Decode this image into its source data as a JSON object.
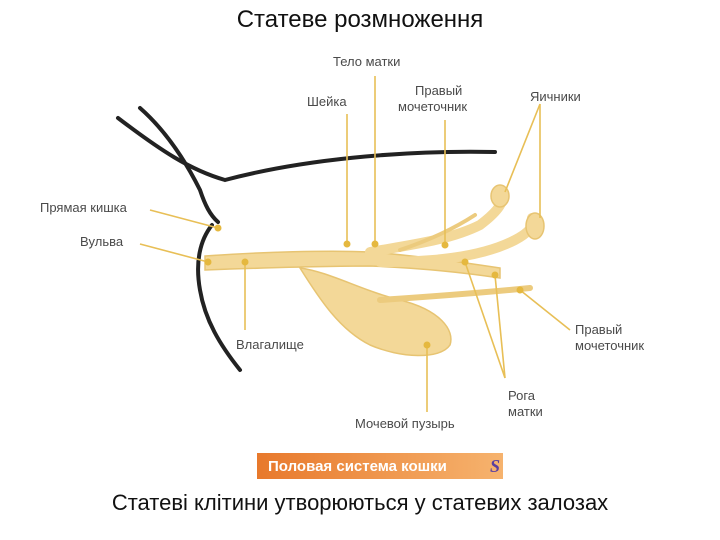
{
  "title": "Статеве розмноження",
  "caption": "Статеві клітини утворюються у статевих залозах",
  "banner": "Половая система кошки",
  "labels": {
    "body": "Тело матки",
    "cervix": "Шейка",
    "ureter_top": "Правый мочеточник",
    "ovaries": "Яичники",
    "rectum": "Прямая кишка",
    "vulva": "Вульва",
    "vagina": "Влагалище",
    "ureter_right": "Правый мочеточник",
    "horns": "Рога матки",
    "bladder": "Мочевой пузырь"
  },
  "colors": {
    "organ": "#f3d898",
    "organ_stroke": "#e7c472",
    "leader": "#e8bf56",
    "dot": "#e5b83f",
    "outline": "#222222",
    "banner_start": "#e8792c",
    "banner_end": "#f6b36e"
  }
}
